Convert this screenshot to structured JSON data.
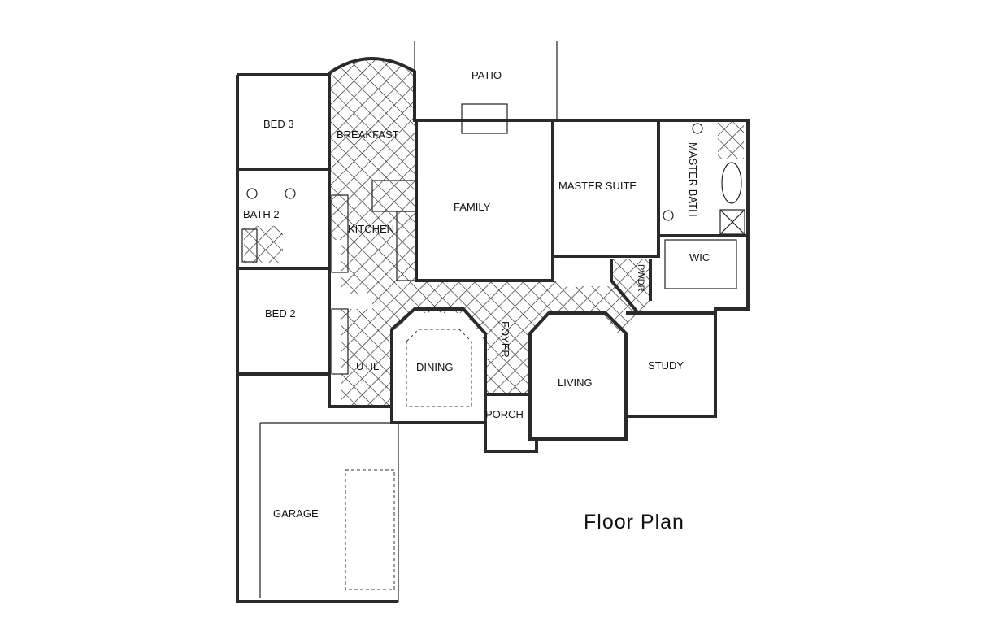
{
  "title": "Floor Plan",
  "rooms": {
    "patio": "PATIO",
    "bed3": "BED 3",
    "breakfast": "BREAKFAST",
    "master_bath": "MASTER BATH",
    "family": "FAMILY",
    "master_suite": "MASTER SUITE",
    "bath2": "BATH 2",
    "kitchen": "KITCHEN",
    "wic": "WIC",
    "pwdr": "PWDR",
    "bed2": "BED 2",
    "foyer": "FOYER",
    "dining": "DINING",
    "util": "UTIL",
    "study": "STUDY",
    "living": "LIVING",
    "porch": "PORCH",
    "garage": "GARAGE"
  }
}
